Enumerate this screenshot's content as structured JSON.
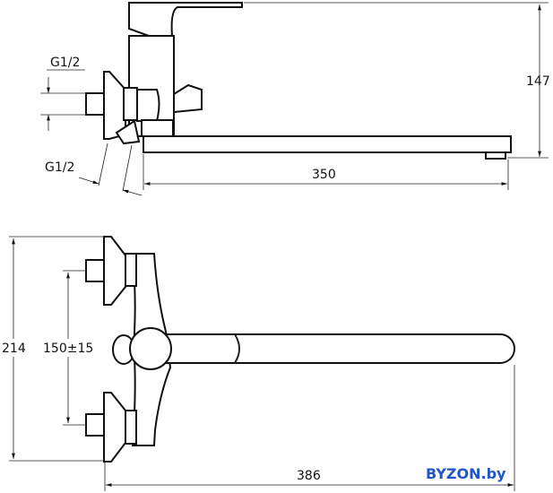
{
  "side_view": {
    "inlet_thread_top": "G1/2",
    "inlet_thread_bottom": "G1/2",
    "height_dimension": "147",
    "spout_reach_dimension": "350"
  },
  "top_view": {
    "overall_height_dimension": "214",
    "inlet_spacing_dimension": "150±15",
    "overall_length_dimension": "386"
  },
  "watermark": "BYZON.by",
  "colors": {
    "line": "#111111",
    "watermark": "#1f55c8"
  }
}
